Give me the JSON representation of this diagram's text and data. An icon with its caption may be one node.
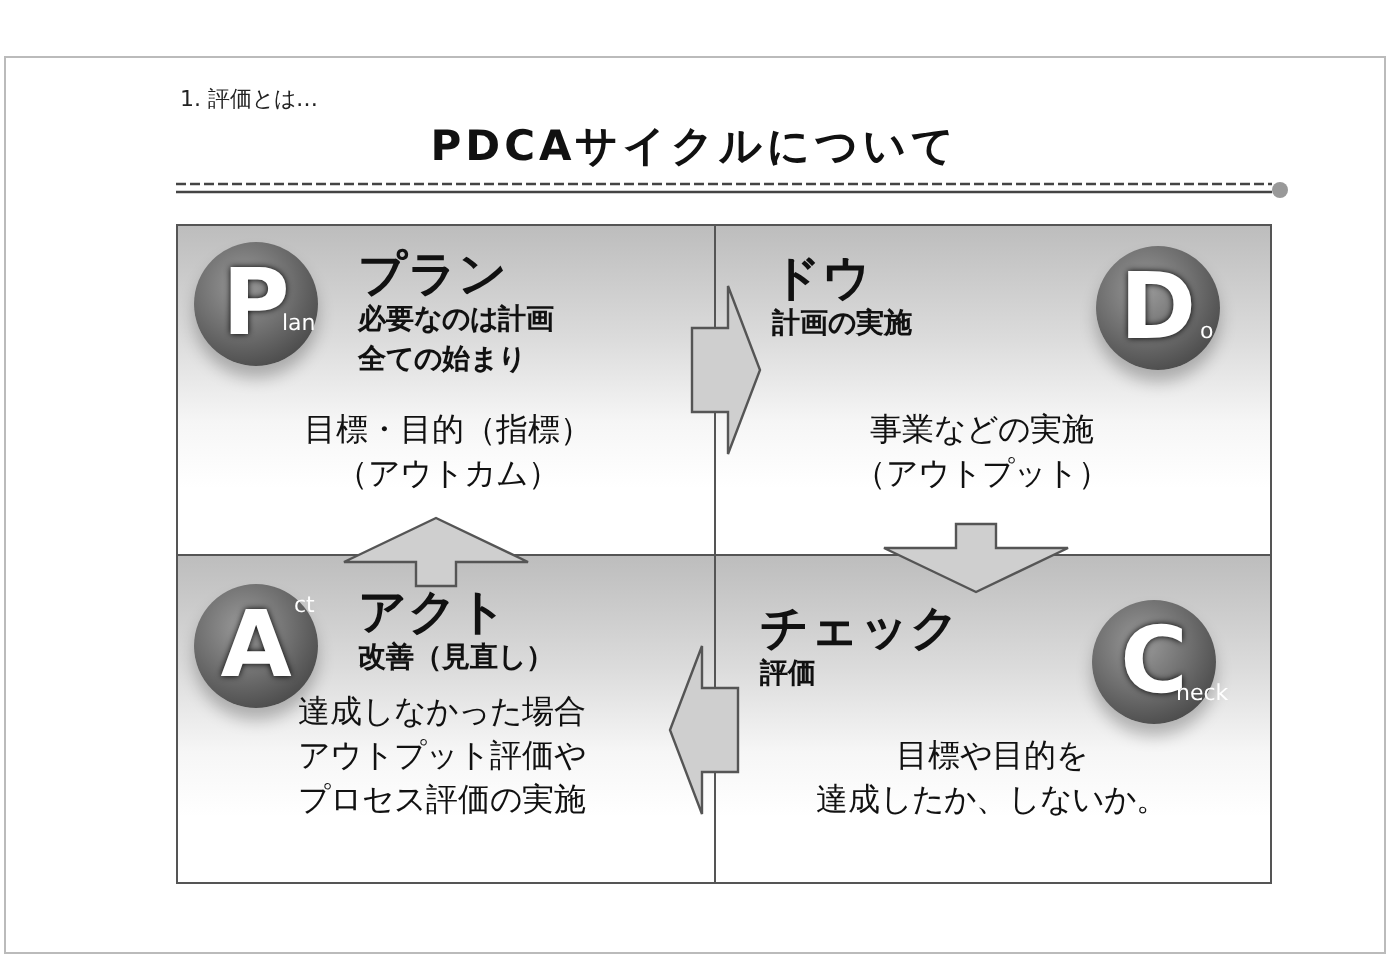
{
  "diagram": {
    "title": "PDCAサイクルについて",
    "nodes": [
      {
        "text": [
          "プラン",
          "必要なのは計画",
          "全ての始まり",
          "目標・目的（指標）",
          "（アウトカム）"
        ]
      },
      {
        "text": [
          "ドウ",
          "計画の実施",
          "事業などの実施",
          "（アウトプット）"
        ]
      },
      {
        "text": [
          "アクト",
          "改善（見直し）",
          "達成しなかった場合",
          "アウトプット評価や",
          "プロセス評価の実施"
        ]
      },
      {
        "text": [
          "チェック",
          "評価",
          "目標や目的を",
          "達成したか、しないか。"
        ]
      }
    ],
    "edges": [
      {
        "from": 0,
        "to": 1,
        "arrow": "to"
      },
      {
        "from": 1,
        "to": 3,
        "arrow": "to"
      },
      {
        "from": 3,
        "to": 2,
        "arrow": "to"
      },
      {
        "from": 2,
        "to": 0,
        "arrow": "to"
      }
    ],
    "labels": [
      "1. 評価とは…",
      "P",
      "lan",
      "D",
      "o",
      "A",
      "ct",
      "C",
      "heck"
    ]
  }
}
